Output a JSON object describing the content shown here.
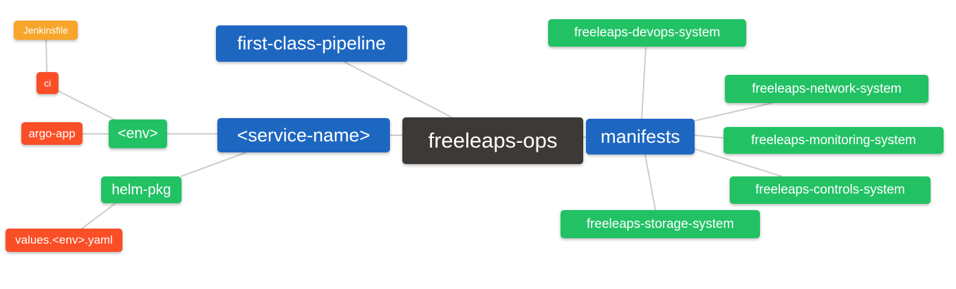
{
  "diagram": {
    "type": "mindmap",
    "root": "freeleaps-ops",
    "background": "#ffffff",
    "colors": {
      "orange": "#f7a52b",
      "red": "#fa4e26",
      "green": "#22c264",
      "blue": "#1e67c1",
      "dark": "#3d3936",
      "edge": "#cccccc",
      "text": "#ffffff"
    },
    "nodes": [
      {
        "id": "jenkinsfile",
        "label": "Jenkinsfile",
        "color": "orange"
      },
      {
        "id": "ci",
        "label": "ci",
        "color": "red"
      },
      {
        "id": "argo-app",
        "label": "argo-app",
        "color": "red"
      },
      {
        "id": "env",
        "label": "<env>",
        "color": "green"
      },
      {
        "id": "helm-pkg",
        "label": "helm-pkg",
        "color": "green"
      },
      {
        "id": "values-env-yaml",
        "label": "values.<env>.yaml",
        "color": "red"
      },
      {
        "id": "first-class-pipeline",
        "label": "first-class-pipeline",
        "color": "blue"
      },
      {
        "id": "service-name",
        "label": "<service-name>",
        "color": "blue"
      },
      {
        "id": "freeleaps-ops",
        "label": "freeleaps-ops",
        "color": "dark"
      },
      {
        "id": "manifests",
        "label": "manifests",
        "color": "blue"
      },
      {
        "id": "devops-system",
        "label": "freeleaps-devops-system",
        "color": "green"
      },
      {
        "id": "network-system",
        "label": "freeleaps-network-system",
        "color": "green"
      },
      {
        "id": "monitoring-system",
        "label": "freeleaps-monitoring-system",
        "color": "green"
      },
      {
        "id": "controls-system",
        "label": "freeleaps-controls-system",
        "color": "green"
      },
      {
        "id": "storage-system",
        "label": "freeleaps-storage-system",
        "color": "green"
      }
    ],
    "edges": [
      {
        "from": "jenkinsfile",
        "to": "ci"
      },
      {
        "from": "ci",
        "to": "env"
      },
      {
        "from": "argo-app",
        "to": "env"
      },
      {
        "from": "env",
        "to": "service-name"
      },
      {
        "from": "helm-pkg",
        "to": "service-name"
      },
      {
        "from": "values-env-yaml",
        "to": "helm-pkg"
      },
      {
        "from": "service-name",
        "to": "freeleaps-ops"
      },
      {
        "from": "first-class-pipeline",
        "to": "freeleaps-ops"
      },
      {
        "from": "freeleaps-ops",
        "to": "manifests"
      },
      {
        "from": "manifests",
        "to": "devops-system"
      },
      {
        "from": "manifests",
        "to": "network-system"
      },
      {
        "from": "manifests",
        "to": "monitoring-system"
      },
      {
        "from": "manifests",
        "to": "controls-system"
      },
      {
        "from": "manifests",
        "to": "storage-system"
      }
    ]
  }
}
